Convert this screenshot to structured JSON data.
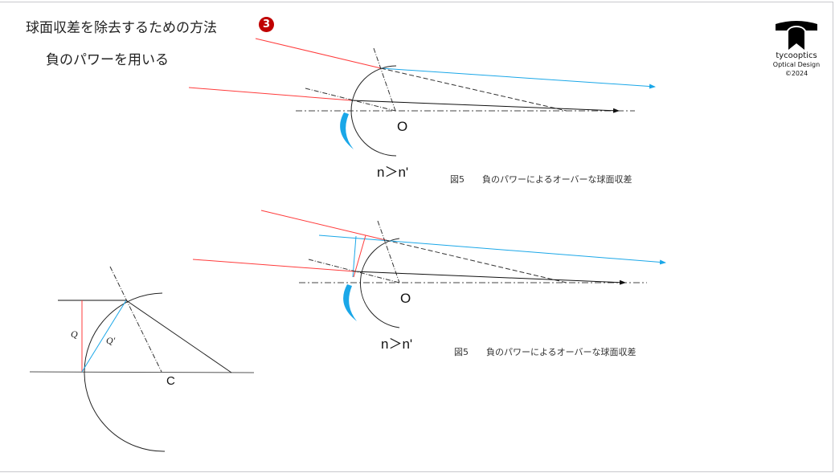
{
  "slide": {
    "title": "球面収差を除去するための方法",
    "badge": "3",
    "subtitle": "負のパワーを用いる"
  },
  "logo": {
    "name": "tycooptics",
    "tagline": "Optical Design",
    "copyright": "©2024"
  },
  "figure_top": {
    "center_label": "O",
    "index_label": "n＞n'",
    "caption": "図5　　負のパワーによるオーバーな球面収差"
  },
  "figure_middle": {
    "center_label": "O",
    "index_label": "n＞n'",
    "caption": "図5　　負のパワーによるオーバーな球面収差"
  },
  "figure_bottom": {
    "q_label": "Q",
    "q_prime_label": "Q'",
    "center_label": "C"
  },
  "colors": {
    "incident_ray": "#ff3b3b",
    "refracted_ray": "#1aa7e8",
    "badge": "#c00000",
    "lens": "#1aa7e8"
  }
}
